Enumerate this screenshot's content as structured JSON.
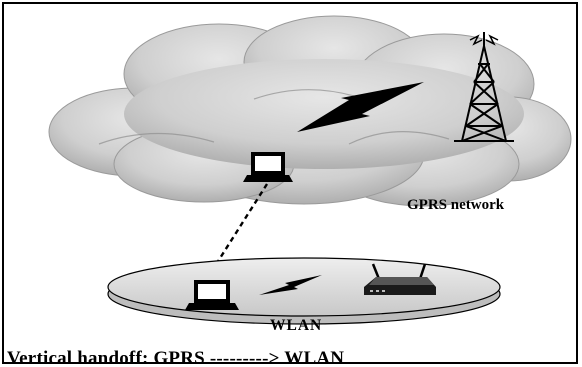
{
  "labels": {
    "cellular_network": "GPRS network",
    "wireless_lan": "WLAN",
    "caption": "Vertical handoff: GPRS ---------> WLAN"
  },
  "icons": {
    "tower": "cell-tower-icon",
    "laptop": "laptop-icon",
    "router": "wireless-router-icon",
    "signal": "lightning-bolt-icon"
  },
  "colors": {
    "cloud_fill": "#cfcfcf",
    "cloud_dark": "#a8a8a8",
    "wlan_disc": "#d9d9d9",
    "ink": "#000000"
  }
}
